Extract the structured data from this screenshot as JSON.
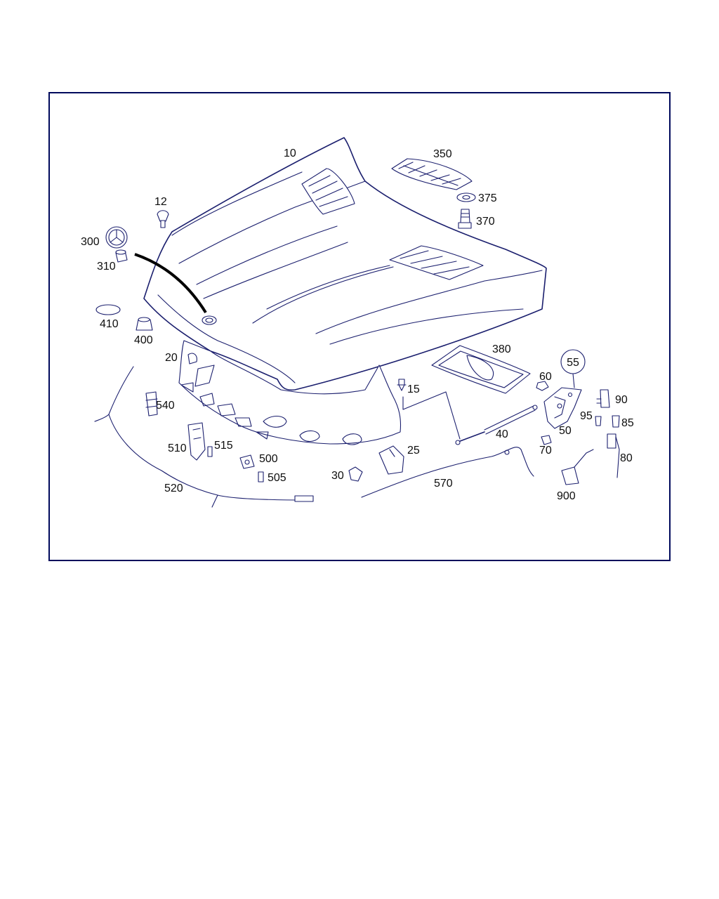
{
  "diagram": {
    "callout_circle_label": "55",
    "labels": {
      "p10": "10",
      "p12": "12",
      "p15": "15",
      "p20": "20",
      "p25": "25",
      "p30": "30",
      "p40": "40",
      "p50": "50",
      "p60": "60",
      "p70": "70",
      "p80": "80",
      "p85": "85",
      "p90": "90",
      "p95": "95",
      "p300": "300",
      "p310": "310",
      "p350": "350",
      "p370": "370",
      "p375": "375",
      "p380": "380",
      "p400": "400",
      "p410": "410",
      "p500": "500",
      "p505": "505",
      "p510": "510",
      "p515": "515",
      "p520": "520",
      "p540": "540",
      "p570": "570",
      "p900": "900"
    },
    "colors": {
      "frame": "#000a5c",
      "line": "#1b1f6e",
      "text": "#0d0d0d"
    }
  }
}
